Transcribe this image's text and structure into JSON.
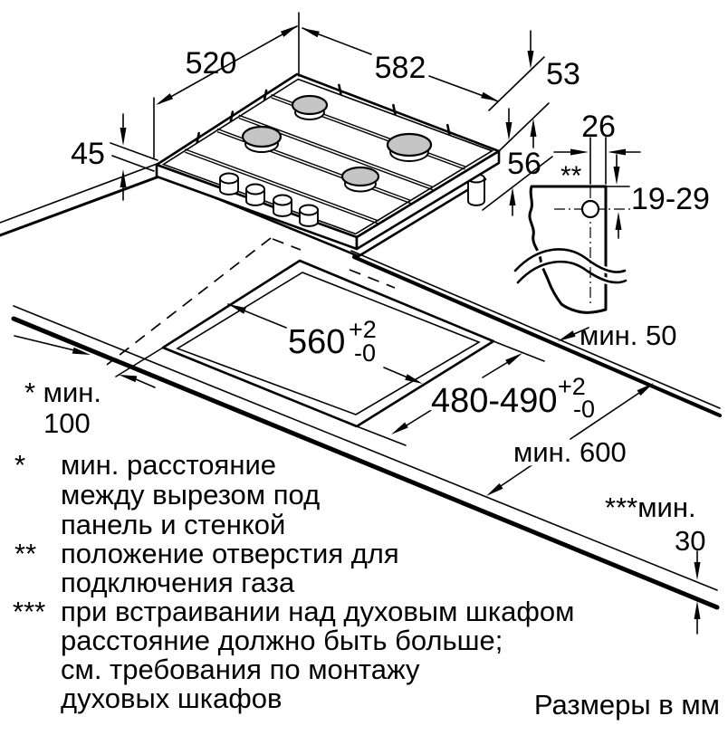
{
  "diagram": {
    "units_label": "Размеры в мм",
    "hob": {
      "width": "582",
      "depth": "520",
      "height_above_worktop": "45",
      "recess_height": "53",
      "total_depth_below": "56"
    },
    "gas_connection": {
      "marker": "**",
      "horizontal_offset": "26",
      "vertical_range": "19-29"
    },
    "cutout": {
      "width": "560",
      "width_tol_upper": "+2",
      "width_tol_lower": "-0",
      "depth": "480-490",
      "depth_tol_upper": "+2",
      "depth_tol_lower": "-0",
      "min_rear_distance": "мин. 50",
      "min_worktop_depth": "мин. 600",
      "min_side_label": "* мин.",
      "min_side_value": "100",
      "min_below_label": "***мин.",
      "min_below_value": "30"
    },
    "footnotes": [
      {
        "marker": "*",
        "lines": [
          "мин. расстояние",
          "между вырезом под",
          "панель и стенкой"
        ]
      },
      {
        "marker": "**",
        "lines": [
          "положение отверстия для",
          "подключения газа"
        ]
      },
      {
        "marker": "***",
        "lines": [
          "при встраивании над духовым шкафом",
          "расстояние должно быть больше;",
          "см. требования по монтажу",
          "духовых шкафов"
        ]
      }
    ]
  }
}
